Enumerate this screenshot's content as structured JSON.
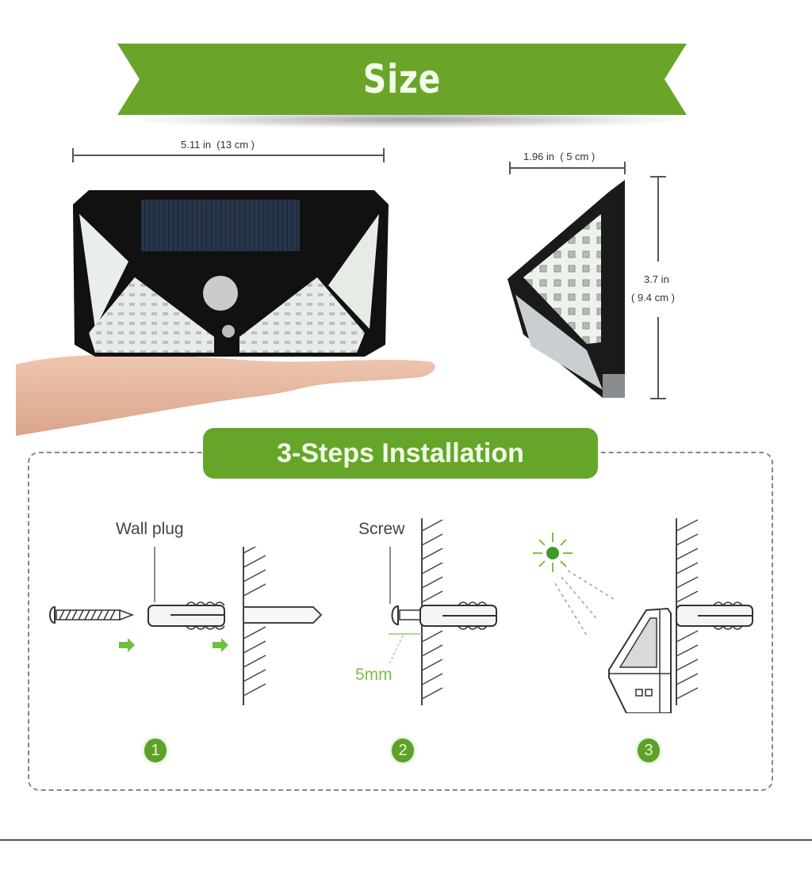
{
  "size_section": {
    "title": "Size",
    "front_view": {
      "width_label": "5.11 in  (13 cm )"
    },
    "side_view": {
      "depth_label": "1.96 in  ( 5 cm )",
      "height_label_in": "3.7 in",
      "height_label_cm": "( 9.4 cm )"
    }
  },
  "installation_section": {
    "title": "3-Steps Installation",
    "steps": [
      {
        "number": "1",
        "label": "Wall plug"
      },
      {
        "number": "2",
        "label": "Screw",
        "measurement": "5mm"
      },
      {
        "number": "3"
      }
    ]
  },
  "colors": {
    "accent_green": "#65a62a",
    "banner_green": "#6aa52a",
    "text_light": "#f3ffe8",
    "line_gray": "#555555"
  }
}
